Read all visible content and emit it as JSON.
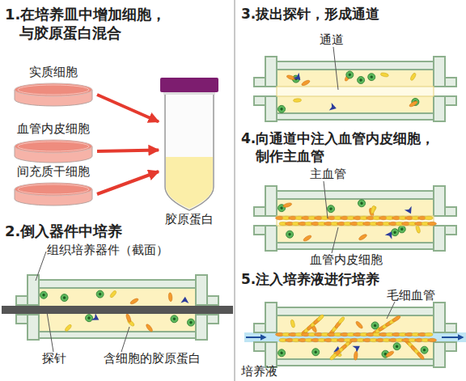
{
  "diagram": {
    "nodes": [
      {
        "text": [
          "实质细胞"
        ]
      },
      {
        "text": [
          "血管内皮细胞"
        ]
      },
      {
        "text": [
          "间充质干细胞"
        ]
      },
      {
        "text": [
          "胶原蛋白"
        ]
      }
    ],
    "edges": [
      {
        "from": 0,
        "to": 3,
        "arrow": "to"
      },
      {
        "from": 1,
        "to": 3,
        "arrow": "to"
      },
      {
        "from": 2,
        "to": 3,
        "arrow": "to"
      }
    ],
    "labels": [
      "1.在培养皿中增加细胞， 与胶原蛋白混合",
      "2.倒入器件中培养",
      "组织培养器件（截面）",
      "探针",
      "含细胞的胶原蛋白",
      "3.拔出探针，形成通道",
      "通道",
      "4.向通道中注入血管内皮细胞， 制作主血管",
      "主血管",
      "血管内皮细胞",
      "5.注入培养液进行培养",
      "毛细血管",
      "培养液"
    ]
  }
}
